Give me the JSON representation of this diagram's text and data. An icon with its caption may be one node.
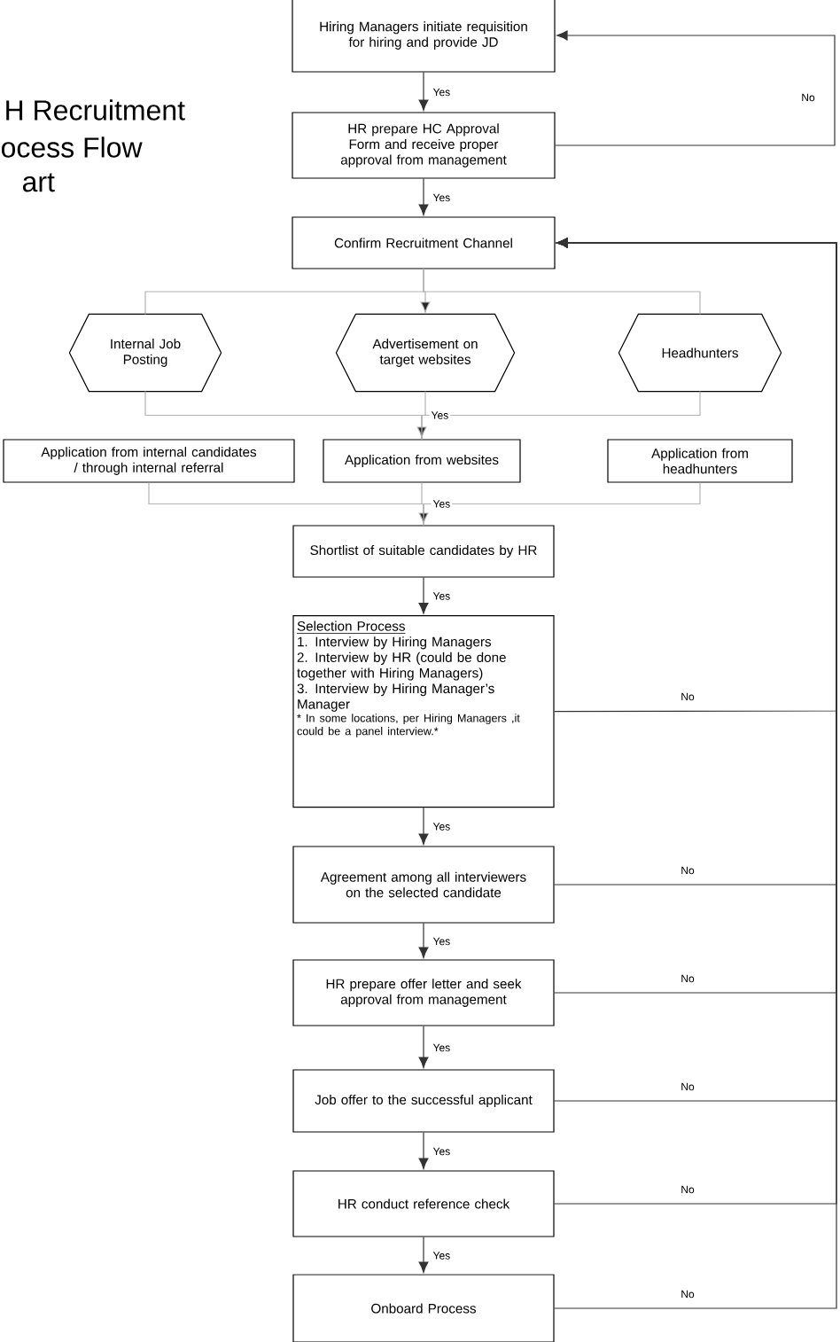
{
  "diagram": {
    "nodes": [
      {
        "text": [
          "Hiring Managers initiate requisition for hiring and provide JD"
        ]
      },
      {
        "text": [
          "HR prepare HC Approval Form and receive proper approval from management"
        ]
      },
      {
        "text": [
          "Confirm Recruitment Channel"
        ]
      },
      {
        "text": [
          "Internal Job Posting"
        ]
      },
      {
        "text": [
          "Advertisement on target websites"
        ]
      },
      {
        "text": [
          "Headhunters"
        ]
      },
      {
        "text": [
          "Application from internal candidates / through internal referral"
        ]
      },
      {
        "text": [
          "Application from websites"
        ]
      },
      {
        "text": [
          "Application from headhunters"
        ]
      },
      {
        "text": [
          "Shortlist of suitable candidates by HR"
        ]
      },
      {
        "text": [
          "Selection Process",
          "1. Interview by Hiring Managers",
          "2. Interview by HR (could be done together with Hiring Managers)",
          "3. Interview by Hiring Manager’s Manager",
          "* In some locations, per Hiring Managers ,it could be a panel interview.*"
        ]
      },
      {
        "text": [
          "Agreement among all interviewers on the selected candidate"
        ]
      },
      {
        "text": [
          "HR prepare offer letter and seek approval from management"
        ]
      },
      {
        "text": [
          "Job offer to the successful applicant"
        ]
      },
      {
        "text": [
          "HR conduct reference check"
        ]
      },
      {
        "text": [
          "Onboard Process"
        ]
      }
    ],
    "edges": [
      {
        "from": 0,
        "to": 1,
        "arrow": "to",
        "label": "Yes"
      },
      {
        "from": 1,
        "to": 0,
        "arrow": "to",
        "label": "No"
      },
      {
        "from": 1,
        "to": 2,
        "arrow": "to",
        "label": "Yes"
      },
      {
        "from": 2,
        "to": 3,
        "arrow": "none",
        "color": "#b3b3b3"
      },
      {
        "from": 2,
        "to": 4,
        "arrow": "to",
        "color": "#b3b3b3"
      },
      {
        "from": 2,
        "to": 5,
        "arrow": "none",
        "color": "#b3b3b3"
      },
      {
        "from": 3,
        "to": 7,
        "arrow": "none",
        "color": "#b3b3b3"
      },
      {
        "from": 4,
        "to": 7,
        "arrow": "to",
        "color": "#b3b3b3",
        "label": "Yes"
      },
      {
        "from": 5,
        "to": 7,
        "arrow": "none",
        "color": "#b3b3b3"
      },
      {
        "from": 6,
        "to": 9,
        "arrow": "none",
        "color": "#b3b3b3"
      },
      {
        "from": 7,
        "to": 9,
        "arrow": "to",
        "color": "#b3b3b3",
        "label": "Yes"
      },
      {
        "from": 8,
        "to": 9,
        "arrow": "none",
        "color": "#b3b3b3"
      },
      {
        "from": 9,
        "to": 10,
        "arrow": "to",
        "label": "Yes"
      },
      {
        "from": 10,
        "to": 11,
        "arrow": "to",
        "label": "Yes"
      },
      {
        "from": 10,
        "to": 2,
        "arrow": "to",
        "label": "No"
      },
      {
        "from": 11,
        "to": 12,
        "arrow": "to",
        "label": "Yes"
      },
      {
        "from": 11,
        "to": 2,
        "arrow": "to",
        "label": "No"
      },
      {
        "from": 12,
        "to": 13,
        "arrow": "to",
        "label": "Yes"
      },
      {
        "from": 12,
        "to": 2,
        "arrow": "to",
        "label": "No"
      },
      {
        "from": 13,
        "to": 14,
        "arrow": "to",
        "label": "Yes"
      },
      {
        "from": 13,
        "to": 2,
        "arrow": "to",
        "label": "No"
      },
      {
        "from": 14,
        "to": 15,
        "arrow": "to",
        "label": "Yes"
      },
      {
        "from": 14,
        "to": 2,
        "arrow": "to",
        "label": "No"
      },
      {
        "from": 15,
        "to": 2,
        "arrow": "to",
        "label": "No"
      }
    ],
    "labels": [
      "H Recruitment",
      "ocess Flow",
      "art"
    ]
  }
}
